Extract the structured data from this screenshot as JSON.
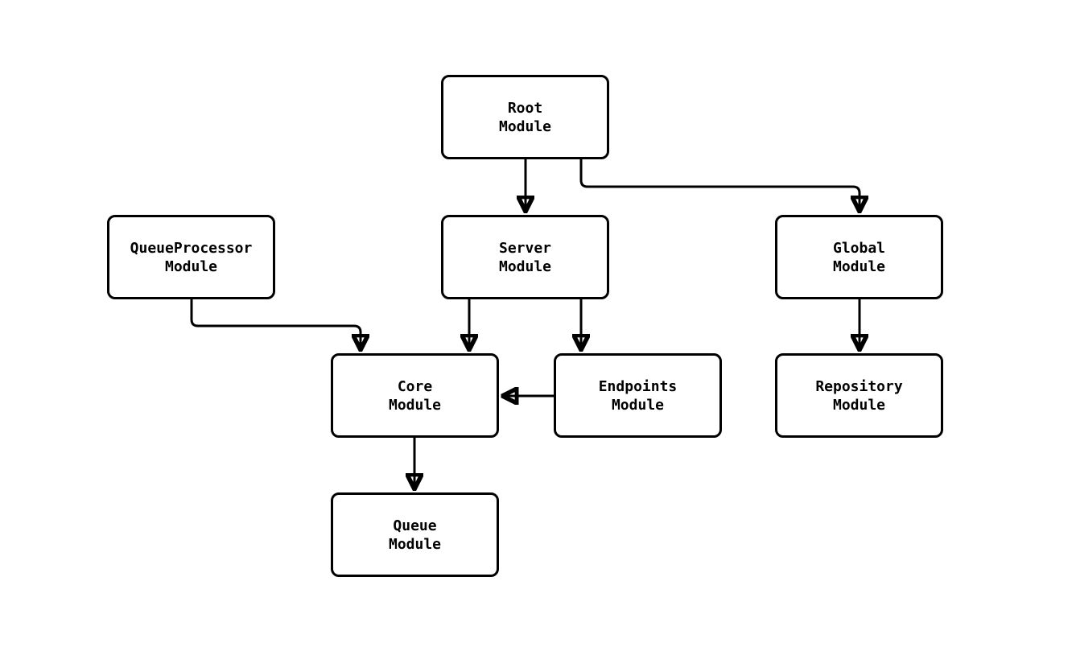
{
  "diagram": {
    "type": "flowchart",
    "direction": "top-down",
    "colors": {
      "node_fill": "#ffffff",
      "node_stroke": "#000000",
      "edge_stroke": "#000000",
      "background": "#ffffff",
      "text": "#000000"
    },
    "nodes": {
      "root": {
        "label": "Root\nModule"
      },
      "queueprocessor": {
        "label": "QueueProcessor\nModule"
      },
      "server": {
        "label": "Server\nModule"
      },
      "global": {
        "label": "Global\nModule"
      },
      "core": {
        "label": "Core\nModule"
      },
      "endpoints": {
        "label": "Endpoints\nModule"
      },
      "repository": {
        "label": "Repository\nModule"
      },
      "queue": {
        "label": "Queue\nModule"
      }
    },
    "edges": [
      {
        "from": "root",
        "to": "server"
      },
      {
        "from": "root",
        "to": "global"
      },
      {
        "from": "queueprocessor",
        "to": "core"
      },
      {
        "from": "server",
        "to": "core"
      },
      {
        "from": "server",
        "to": "endpoints"
      },
      {
        "from": "endpoints",
        "to": "core"
      },
      {
        "from": "global",
        "to": "repository"
      },
      {
        "from": "core",
        "to": "queue"
      }
    ]
  }
}
